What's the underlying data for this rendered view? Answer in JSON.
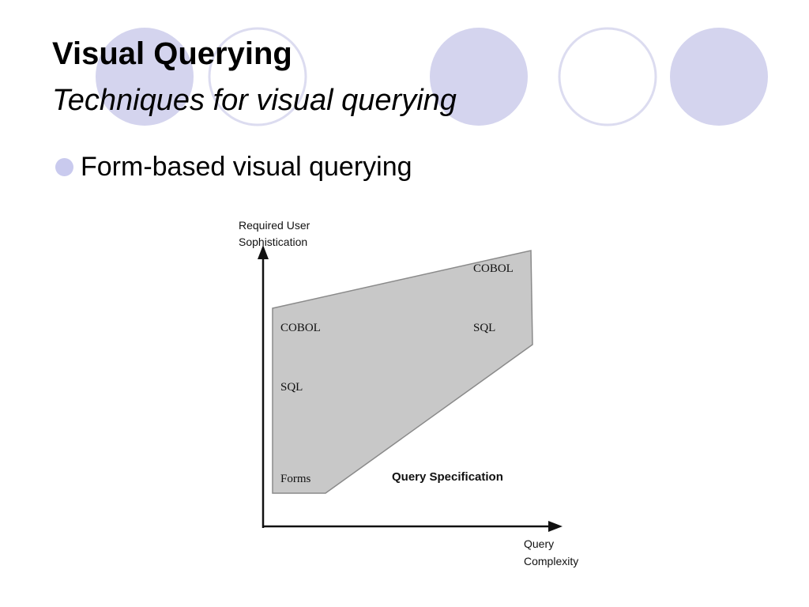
{
  "slide": {
    "title": "Visual Querying",
    "subtitle": "Techniques for visual querying",
    "bullets": [
      "Form-based visual querying"
    ],
    "accent_color": "#d4d4ee",
    "ring_color": "#dcdcf0"
  },
  "diagram": {
    "y_axis_label": [
      "Required User",
      "Sophistication"
    ],
    "x_axis_label": [
      "Query",
      "Complexity"
    ],
    "region_label": "Query Specification",
    "left_labels": [
      "COBOL",
      "SQL",
      "Forms"
    ],
    "right_labels": [
      "COBOL",
      "SQL"
    ],
    "region_fill": "#c8c8c8"
  }
}
